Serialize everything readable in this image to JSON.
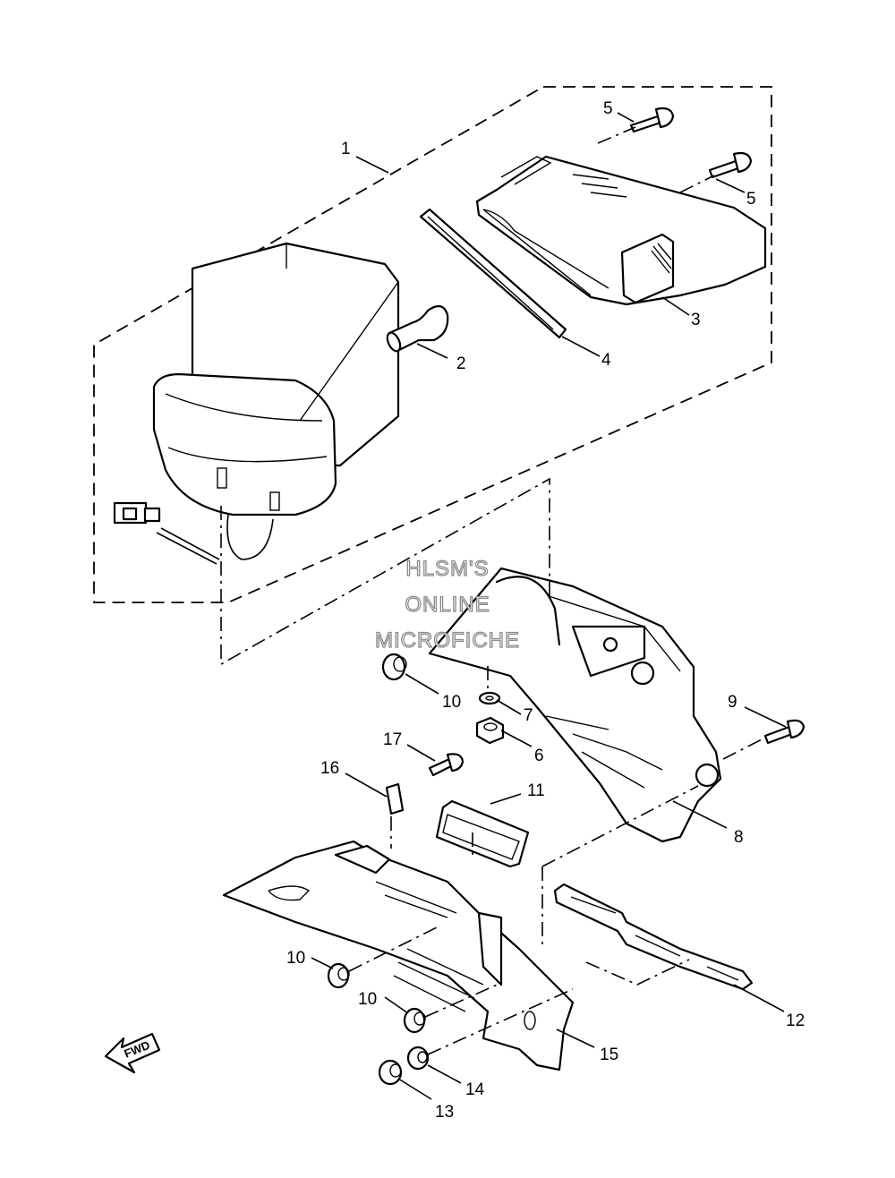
{
  "watermark": {
    "line1": "HLSM'S",
    "line2": "ONLINE",
    "line3": "MICROFICHE"
  },
  "direction_label": "FWD",
  "callouts": {
    "c1": "1",
    "c2": "2",
    "c3": "3",
    "c4": "4",
    "c5a": "5",
    "c5b": "5",
    "c6": "6",
    "c7": "7",
    "c8": "8",
    "c9": "9",
    "c10a": "10",
    "c10b": "10",
    "c10c": "10",
    "c11": "11",
    "c12": "12",
    "c13": "13",
    "c14": "14",
    "c15": "15",
    "c16": "16",
    "c17": "17"
  }
}
